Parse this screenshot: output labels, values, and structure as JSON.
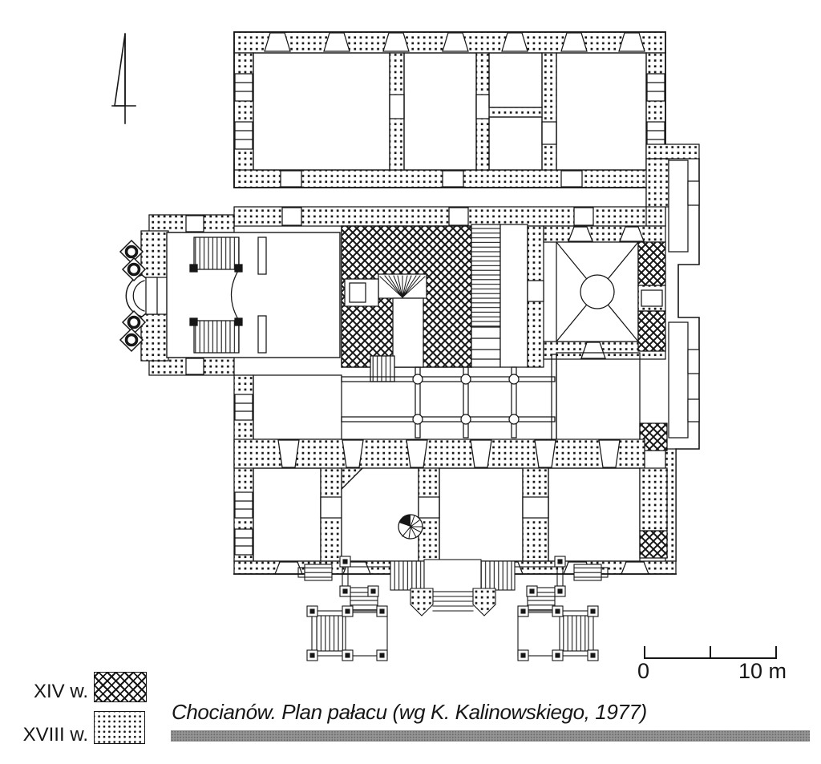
{
  "figure": {
    "caption": "Chocianów. Plan pałacu (wg K. Kalinowskiego, 1977)"
  },
  "legend": {
    "items": [
      {
        "label": "XIV w.",
        "swatch": "crosshatch-pattern-swatch"
      },
      {
        "label": "XVIII w.",
        "swatch": "dotted-pattern-swatch"
      }
    ]
  },
  "scale_bar": {
    "start_label": "0",
    "end_label": "10 m"
  },
  "icons": {
    "north_arrow": "north-arrow-icon",
    "spiral_stair": "spiral-stair-icon"
  },
  "colors": {
    "ink": "#161616",
    "paper": "#ffffff",
    "divider-gray": "#949494"
  }
}
